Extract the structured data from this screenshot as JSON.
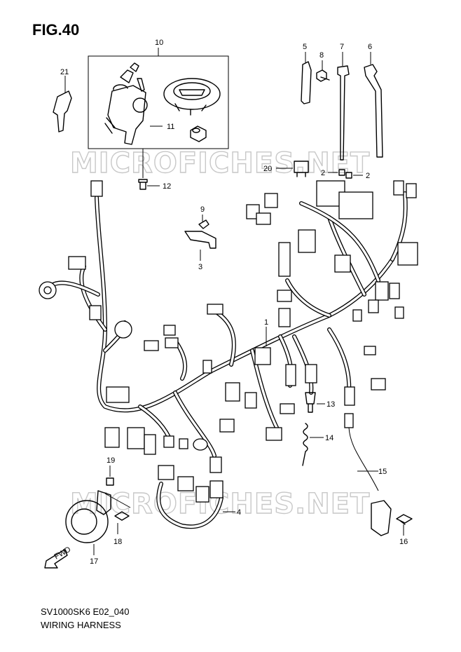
{
  "figure": {
    "title": "FIG.40"
  },
  "footer": {
    "code": "SV1000SK6 E02_040",
    "name": "WIRING HARNESS"
  },
  "watermark": {
    "text": "MICROFICHES.NET"
  },
  "direction": {
    "label": "FWD"
  },
  "callouts": [
    {
      "id": "c10",
      "text": "10"
    },
    {
      "id": "c21",
      "text": "21"
    },
    {
      "id": "c11",
      "text": "11"
    },
    {
      "id": "c12",
      "text": "12"
    },
    {
      "id": "c5",
      "text": "5"
    },
    {
      "id": "c8",
      "text": "8"
    },
    {
      "id": "c7",
      "text": "7"
    },
    {
      "id": "c6",
      "text": "6"
    },
    {
      "id": "c20",
      "text": "20"
    },
    {
      "id": "c2a",
      "text": "2"
    },
    {
      "id": "c2b",
      "text": "2"
    },
    {
      "id": "c9",
      "text": "9"
    },
    {
      "id": "c3",
      "text": "3"
    },
    {
      "id": "c1",
      "text": "1"
    },
    {
      "id": "c13",
      "text": "13"
    },
    {
      "id": "c14",
      "text": "14"
    },
    {
      "id": "c15",
      "text": "15"
    },
    {
      "id": "c19",
      "text": "19"
    },
    {
      "id": "c4",
      "text": "4"
    },
    {
      "id": "c16",
      "text": "16"
    },
    {
      "id": "c18",
      "text": "18"
    },
    {
      "id": "c17",
      "text": "17"
    }
  ],
  "colors": {
    "line": "#000000",
    "watermark": "#c8c8c8",
    "background": "#ffffff"
  }
}
